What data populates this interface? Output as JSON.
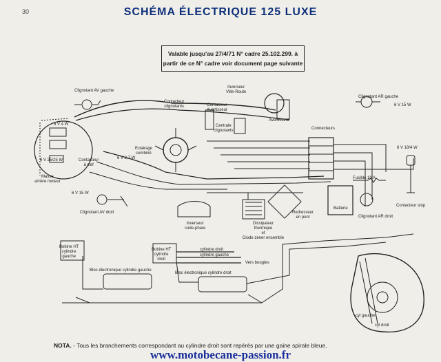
{
  "page_number": "30",
  "title": "SCHÉMA ÉLECTRIQUE 125 LUXE",
  "validity": {
    "line1": "Valable jusqu'au 27/4/71 N° cadre 25.102.299. à",
    "line2": "partir de ce N° cadre voir document page suivante"
  },
  "labels": {
    "clignotant_av_gauche": "Clignotant AV gauche",
    "inverseur_ville_route": [
      "Inverseur",
      "Ville-Route"
    ],
    "contacteur_avertisseur": [
      "Contacteur",
      "Avertisseur"
    ],
    "contacteur_clignotants": [
      "Contacteur",
      "clignotants"
    ],
    "centrale_clignotants": [
      "Centrale",
      "clignotants"
    ],
    "avertisseur": "Avertisseur",
    "clignotant_ar_gauche": "Clignotant AR gauche",
    "lamp_6v4w": "6 V 4 W",
    "lamp_6v_25_25w": "6 V 25/25 W",
    "lamp_6v_27w": "6 V 2,7 W",
    "lamp_6v15w_left": "6 V 15 W",
    "lamp_6v15w_right": "6 V 15 W",
    "lamp_6v_18_4w": "6 V 18/4 W",
    "eclairage_combine": [
      "Eclairage",
      "combiné"
    ],
    "contacteur_a_cle": [
      "Contacteur",
      "à clef"
    ],
    "masse_arriere_moteur": [
      "Masse",
      "arrière moteur"
    ],
    "connecteurs": "Connecteurs",
    "fusible": "Fusible 10 A",
    "batterie": "Batterie",
    "contacteur_stop": "Contacteur stop",
    "clignotant_av_droit": "Clignotant AV droit",
    "inverseur_code_phare": [
      "Inverseur",
      "code-phare"
    ],
    "dissipateur": [
      "Dissipateur",
      "thermique",
      "et",
      "Diode zener",
      "ensemble"
    ],
    "redresseur": [
      "Redresseur",
      "en pont"
    ],
    "clignotant_ar_droit": "Clignotant AR droit",
    "bobine_ht_gauche": [
      "Bobine HT",
      "cylindre",
      "gauche"
    ],
    "bobine_ht_droit": [
      "Bobine HT",
      "cylindre",
      "droit"
    ],
    "cylindre_droit": "cylindre droit",
    "cylindre_gauche": "cylindre gauche",
    "vers_bougies": "Vers bougies",
    "bloc_elec_gauche": "Bloc électronique cylindre gauche",
    "bloc_elec_droit": "Bloc électronique cylindre droit",
    "cyl_gauche": "cyl gauche",
    "cyl_droit": "cyl droit"
  },
  "note": {
    "prefix": "NOTA.",
    "text": "- Tous les branchements correspondant au cylindre droit sont repérés par une gaine spirale bleue."
  },
  "watermark": "www.motobecane-passion.fr"
}
